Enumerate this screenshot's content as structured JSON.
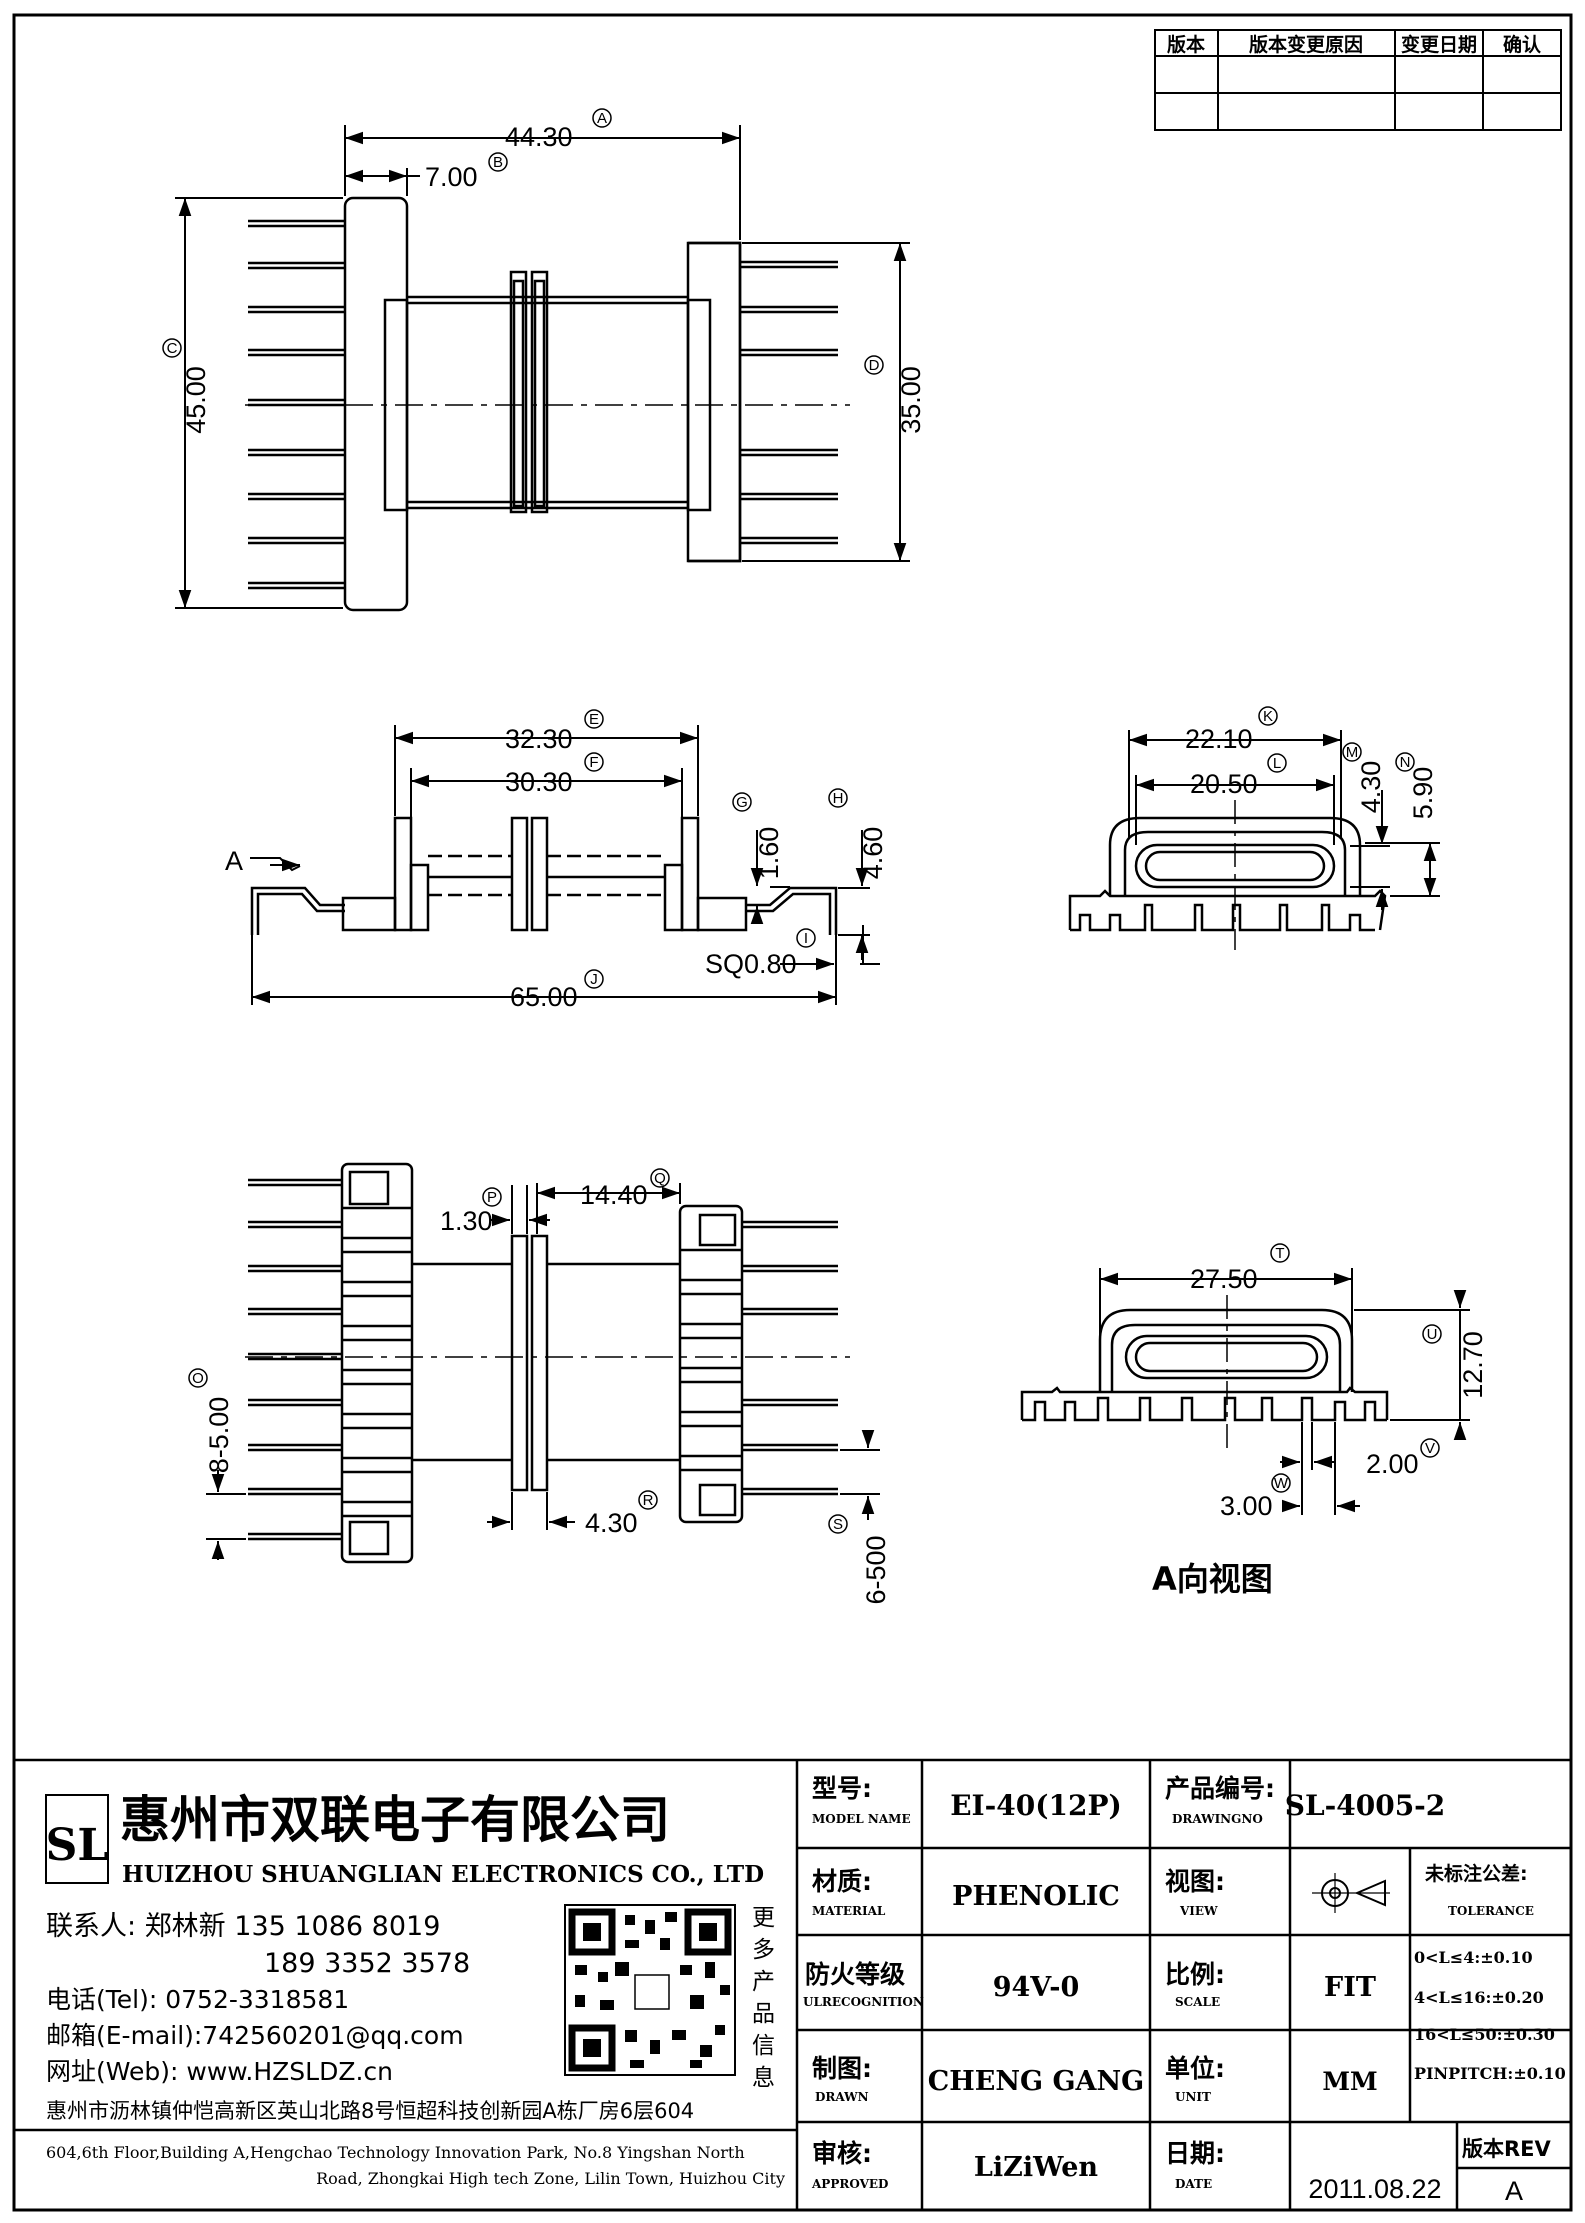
{
  "revision_table": {
    "headers": [
      "版本",
      "版本变更原因",
      "变更日期",
      "确认"
    ]
  },
  "dimensions": {
    "A": "44.30",
    "B": "7.00",
    "C": "45.00",
    "D": "35.00",
    "E": "32.30",
    "F": "30.30",
    "G": "1.60",
    "H": "4.60",
    "I": "SQ0.80",
    "J": "65.00",
    "K": "22.10",
    "L": "20.50",
    "M": "4.30",
    "N": "5.90",
    "O": "8-5.00",
    "P": "1.30",
    "Q": "14.40",
    "R": "4.30",
    "S": "6-500",
    "T": "27.50",
    "U": "12.70",
    "V": "2.00",
    "W": "3.00"
  },
  "view_labels": {
    "arrow_a": "A",
    "view_a_caption": "A向视图"
  },
  "company": {
    "logo_letters": "SL",
    "name_cn": "惠州市双联电子有限公司",
    "name_en": "HUIZHOU SHUANGLIAN ELECTRONICS CO., LTD",
    "contact_line1": "联系人: 郑林新  135 1086 8019",
    "contact_line2": "189 3352 3578",
    "tel": "电话(Tel): 0752-3318581",
    "email": "邮箱(E-mail):742560201@qq.com",
    "web": "网址(Web): www.HZSLDZ.cn",
    "qr_caption": [
      "更",
      "多",
      "产",
      "品",
      "信",
      "息"
    ],
    "address_cn": "惠州市沥林镇仲恺高新区英山北路8号恒超科技创新园A栋厂房6层604",
    "address_en_1": "604,6th Floor,Building A,Hengchao Technology Innovation Park, No.8 Yingshan North",
    "address_en_2": "Road, Zhongkai High tech Zone, Lilin Town, Huizhou City"
  },
  "title_block": {
    "model_label": "型号:",
    "model_label_en": "MODEL NAME",
    "model_value": "EI-40(12P)",
    "drawingno_label": "产品编号:",
    "drawingno_label_en": "DRAWINGNO",
    "drawingno_value": "SL-4005-2",
    "material_label": "材质:",
    "material_label_en": "MATERIAL",
    "material_value": "PHENOLIC",
    "view_label": "视图:",
    "view_label_en": "VIEW",
    "tolerance_label": "未标注公差:",
    "tolerance_label_en": "TOLERANCE",
    "tolerance_lines": [
      "0<L≤4:±0.10",
      "4<L≤16:±0.20",
      "16<L≤50:±0.30",
      "PINPITCH:±0.10"
    ],
    "fire_label": "防火等级",
    "fire_label_en": "ULRECOGNITION",
    "fire_value": "94V-0",
    "scale_label": "比例:",
    "scale_label_en": "SCALE",
    "scale_value": "FIT",
    "drawn_label": "制图:",
    "drawn_label_en": "DRAWN",
    "drawn_value": "CHENG GANG",
    "unit_label": "单位:",
    "unit_label_en": "UNIT",
    "unit_value": "MM",
    "approved_label": "审核:",
    "approved_label_en": "APPROVED",
    "approved_value": "LiZiWen",
    "date_label": "日期:",
    "date_label_en": "DATE",
    "date_value": "2011.08.22",
    "rev_label": "版本REV",
    "rev_value": "A"
  }
}
